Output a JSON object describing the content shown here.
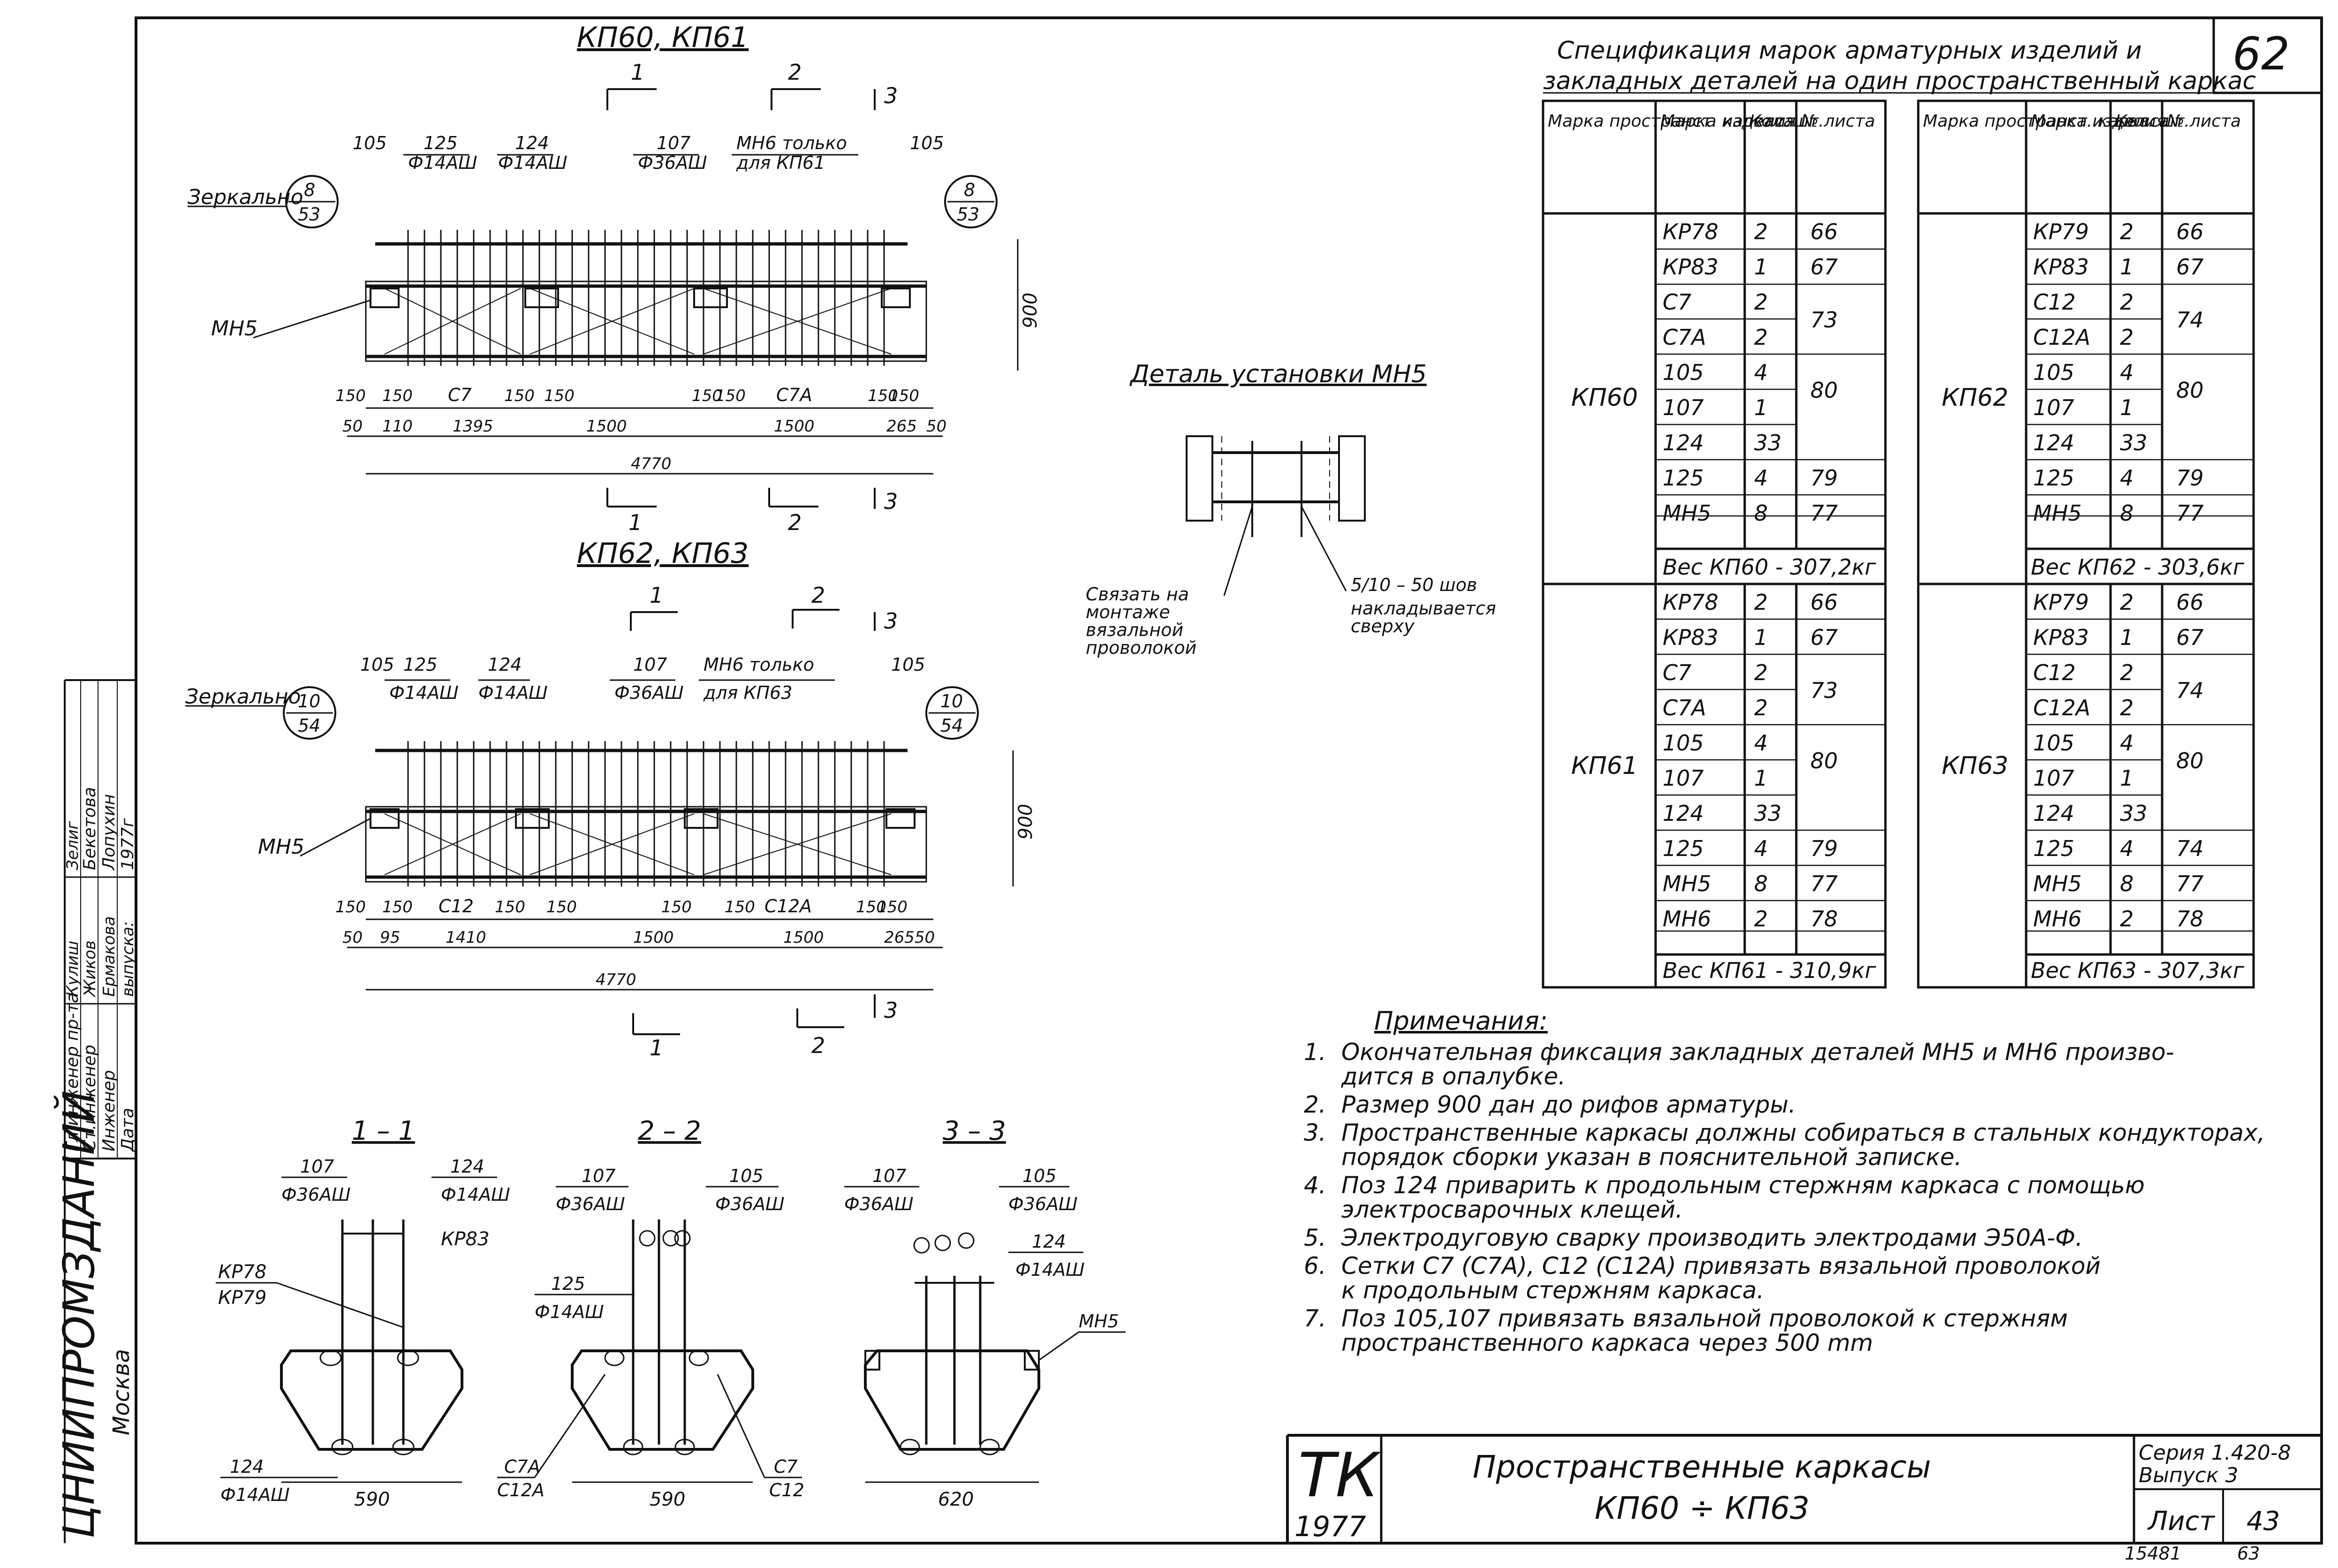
{
  "sheet_number": "62",
  "title_block": {
    "org": "ЦНИИПРОМЗДАНИЙ",
    "city": "Москва",
    "roles": [
      "Гл.инженер пр-та",
      "Ст.инженер",
      "Инженер",
      "Дата"
    ],
    "signatures": [
      "Кулиш",
      "Жиков",
      "Ермакова",
      "выпуска:"
    ],
    "names": [
      "Зелиг",
      "Бекетова",
      "Лопухин",
      "1977г"
    ],
    "tk": "ТК",
    "tk_year": "1977",
    "drawing_title_1": "Пространственные каркасы",
    "drawing_title_2": "КП60 ÷ КП63",
    "series": "Серия 1.420-8",
    "issue": "Выпуск 3",
    "sheet_label": "Лист",
    "sheet_value": "43",
    "bottom_left_code": "15481",
    "bottom_right_code": "63"
  },
  "drawing1": {
    "title": "КП60, КП61",
    "mirror_label": "Зеркально",
    "mirror_left": [
      "8",
      "53"
    ],
    "mirror_right": [
      "8",
      "53"
    ],
    "cut_labels": [
      "1",
      "2",
      "3"
    ],
    "labels": {
      "p105a": "105",
      "p125": "125",
      "d14a": "Ф14АШ",
      "p124": "124",
      "d14b": "Ф14АШ",
      "p107": "107",
      "d36": "Ф36АШ",
      "mn6": "МН6 только",
      "mn6b": "для КП61",
      "p105b": "105",
      "mn5": "МН5"
    },
    "height": "900",
    "dims_row1": [
      "150",
      "150",
      "С7",
      "150",
      "150",
      "150",
      "150",
      "С7А",
      "150",
      "150"
    ],
    "dims_row2": [
      "50",
      "110",
      "1395",
      "1500",
      "1500",
      "265",
      "50"
    ],
    "total": "4770"
  },
  "drawing2": {
    "title": "КП62, КП63",
    "mirror_label": "Зеркально",
    "mirror_left": [
      "10",
      "54"
    ],
    "mirror_right": [
      "10",
      "54"
    ],
    "cut_labels": [
      "1",
      "2",
      "3"
    ],
    "labels": {
      "p105a": "105",
      "p125": "125",
      "d14a": "Ф14АШ",
      "p124": "124",
      "d14b": "Ф14АШ",
      "p107": "107",
      "d36": "Ф36АШ",
      "mn6": "МН6 только",
      "mn6b": "для КП63",
      "p105b": "105",
      "mn5": "МН5"
    },
    "height": "900",
    "dims_row1": [
      "150",
      "150",
      "С12",
      "150",
      "150",
      "150",
      "150",
      "С12А",
      "150",
      "150"
    ],
    "dims_row2": [
      "50",
      "95",
      "1410",
      "1500",
      "1500",
      "265",
      "50"
    ],
    "total": "4770"
  },
  "detail": {
    "title": "Деталь установки МН5",
    "note_left": [
      "Связать на",
      "монтаже",
      "вязальной",
      "проволокой"
    ],
    "note_right_1": "5/10 – 50 шов",
    "note_right_2": [
      "накладывается",
      "сверху"
    ]
  },
  "sections": {
    "s11": {
      "title": "1 – 1",
      "l107": "107",
      "d36": "Ф36АШ",
      "l124": "124",
      "d14": "Ф14АШ",
      "kp83": "КР83",
      "kp78": "КР78",
      "kp79": "КР79",
      "l124b": "124",
      "d14b": "Ф14АШ",
      "width": "590"
    },
    "s22": {
      "title": "2 – 2",
      "l107": "107",
      "d36": "Ф36АШ",
      "l105": "105",
      "d36b": "Ф36АШ",
      "l125": "125",
      "d14": "Ф14АШ",
      "c7a": "С7А",
      "c12a": "С12А",
      "c7": "С7",
      "c12": "С12",
      "width": "590"
    },
    "s33": {
      "title": "3 – 3",
      "l107": "107",
      "d36": "Ф36АШ",
      "l105": "105",
      "d36b": "Ф36АШ",
      "l124": "124",
      "d14": "Ф14АШ",
      "mn5": "МН5",
      "width": "620"
    }
  },
  "spec": {
    "title_1": "Спецификация марок арматурных изделий и",
    "title_2": "закладных деталей на один пространственный каркас",
    "headers": [
      "Марка пространст. каркаса",
      "Марка изделия",
      "Кол. шт.",
      "№ листа"
    ],
    "left": [
      {
        "group": "КП60",
        "rows": [
          [
            "КР78",
            "2",
            "66"
          ],
          [
            "КР83",
            "1",
            "67"
          ],
          [
            "С7",
            "2",
            ""
          ],
          [
            "С7А",
            "2",
            "73"
          ],
          [
            "105",
            "4",
            ""
          ],
          [
            "107",
            "1",
            "80"
          ],
          [
            "124",
            "33",
            ""
          ],
          [
            "125",
            "4",
            "79"
          ],
          [
            "МН5",
            "8",
            "77"
          ],
          [
            "",
            "",
            ""
          ]
        ],
        "weight": "Вес КП60 - 307,2кг"
      },
      {
        "group": "КП61",
        "rows": [
          [
            "КР78",
            "2",
            "66"
          ],
          [
            "КР83",
            "1",
            "67"
          ],
          [
            "С7",
            "2",
            ""
          ],
          [
            "С7А",
            "2",
            "73"
          ],
          [
            "105",
            "4",
            ""
          ],
          [
            "107",
            "1",
            "80"
          ],
          [
            "124",
            "33",
            ""
          ],
          [
            "125",
            "4",
            "79"
          ],
          [
            "МН5",
            "8",
            "77"
          ],
          [
            "МН6",
            "2",
            "78"
          ],
          [
            "",
            "",
            ""
          ]
        ],
        "weight": "Вес КП61 - 310,9кг"
      }
    ],
    "right": [
      {
        "group": "КП62",
        "rows": [
          [
            "КР79",
            "2",
            "66"
          ],
          [
            "КР83",
            "1",
            "67"
          ],
          [
            "С12",
            "2",
            ""
          ],
          [
            "С12А",
            "2",
            "74"
          ],
          [
            "105",
            "4",
            ""
          ],
          [
            "107",
            "1",
            "80"
          ],
          [
            "124",
            "33",
            ""
          ],
          [
            "125",
            "4",
            "79"
          ],
          [
            "МН5",
            "8",
            "77"
          ],
          [
            "",
            "",
            ""
          ]
        ],
        "weight": "Вес КП62 - 303,6кг"
      },
      {
        "group": "КП63",
        "rows": [
          [
            "КР79",
            "2",
            "66"
          ],
          [
            "КР83",
            "1",
            "67"
          ],
          [
            "С12",
            "2",
            ""
          ],
          [
            "С12А",
            "2",
            "74"
          ],
          [
            "105",
            "4",
            ""
          ],
          [
            "107",
            "1",
            "80"
          ],
          [
            "124",
            "33",
            ""
          ],
          [
            "125",
            "4",
            "74"
          ],
          [
            "МН5",
            "8",
            "77"
          ],
          [
            "МН6",
            "2",
            "78"
          ],
          [
            "",
            "",
            ""
          ]
        ],
        "weight": "Вес КП63 - 307,3кг"
      }
    ]
  },
  "notes": {
    "title": "Примечания:",
    "items": [
      [
        "1.",
        "Окончательная фиксация закладных деталей МН5 и МН6 произво-",
        "дится в опалубке."
      ],
      [
        "2.",
        "Размер 900 дан до рифов арматуры.",
        ""
      ],
      [
        "3.",
        "Пространственные каркасы должны собираться в стальных кондукторах,",
        "порядок сборки указан в пояснительной записке."
      ],
      [
        "4.",
        "Поз 124 приварить к продольным стержням каркаса с помощью",
        "электросварочных клещей."
      ],
      [
        "5.",
        "Электродуговую сварку производить электродами Э50А-Ф.",
        ""
      ],
      [
        "6.",
        "Сетки С7 (С7А), С12 (С12А) привязать вязальной проволокой",
        "к продольным стержням каркаса."
      ],
      [
        "7.",
        "Поз 105,107 привязать вязальной проволокой к стержням",
        "пространственного каркаса через 500 mm"
      ]
    ]
  }
}
